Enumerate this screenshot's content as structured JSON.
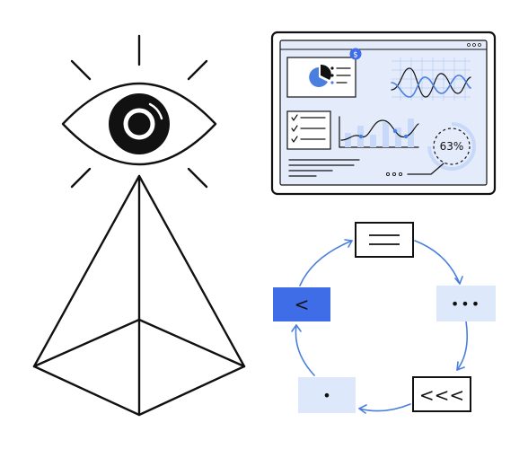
{
  "dashboard": {
    "gauge_value": "63%"
  },
  "cycle": {
    "items": [
      {
        "name": "document",
        "symbol": ""
      },
      {
        "name": "more",
        "symbol": "•••"
      },
      {
        "name": "rewind",
        "symbol": "<<<"
      },
      {
        "name": "dot",
        "symbol": "•"
      },
      {
        "name": "back",
        "symbol": "<"
      }
    ]
  },
  "colors": {
    "accent": "#3f6de8",
    "accent_light": "#dde8fb",
    "line_blue": "#4a7fe0",
    "ink": "#111111"
  }
}
